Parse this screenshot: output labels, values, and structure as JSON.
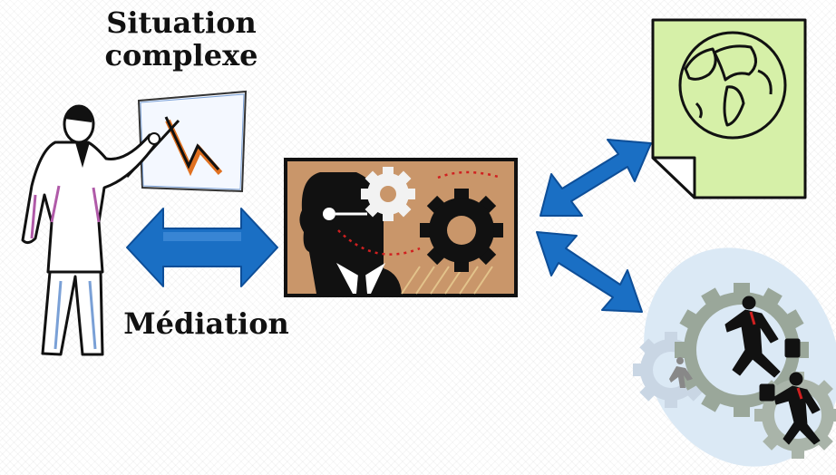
{
  "labels": {
    "situation_line1": "Situation",
    "situation_line2": "complexe",
    "mediation": "Médiation"
  },
  "colors": {
    "arrow": "#1a6fc4",
    "arrow_edge": "#0d4e98",
    "document": "#d6f0a8",
    "panel_bg": "#c9966a",
    "gear_dark": "#111111",
    "gear_light": "#f2f2f2"
  },
  "icons": {
    "presenter": "presenter-figure-icon",
    "mediator": "mediator-head-gears-icon",
    "document": "world-map-document-icon",
    "teamwork": "running-businessmen-gears-icon"
  }
}
